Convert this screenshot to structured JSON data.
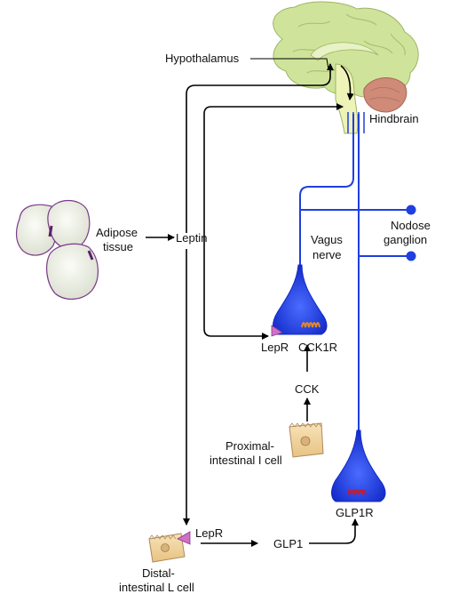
{
  "labels": {
    "hypothalamus": "Hypothalamus",
    "hindbrain": "Hindbrain",
    "adipose_line1": "Adipose",
    "adipose_line2": "tissue",
    "leptin": "Leptin",
    "nodose_line1": "Nodose",
    "nodose_line2": "ganglion",
    "vagus_line1": "Vagus",
    "vagus_line2": "nerve",
    "lepr_upper": "LepR",
    "cck1r": "CCK1R",
    "cck": "CCK",
    "proximal_line1": "Proximal-",
    "proximal_line2": "intestinal I cell",
    "glp1r": "GLP1R",
    "lepr_lower": "LepR",
    "glp1": "GLP1",
    "distal_line1": "Distal-",
    "distal_line2": "intestinal L cell"
  },
  "colors": {
    "nerve_blue": "#1f3fe0",
    "brain_green": "#cfe49a",
    "cerebellum": "#cf8a78",
    "receptor_pink": "#d070c8",
    "receptor_orange": "#e08a2a",
    "receptor_red": "#c81a2a",
    "adipocyte_fill": "#ebeee3",
    "adipocyte_edge": "#7a3a8a",
    "intestinal_cell": "#f0d49e"
  }
}
